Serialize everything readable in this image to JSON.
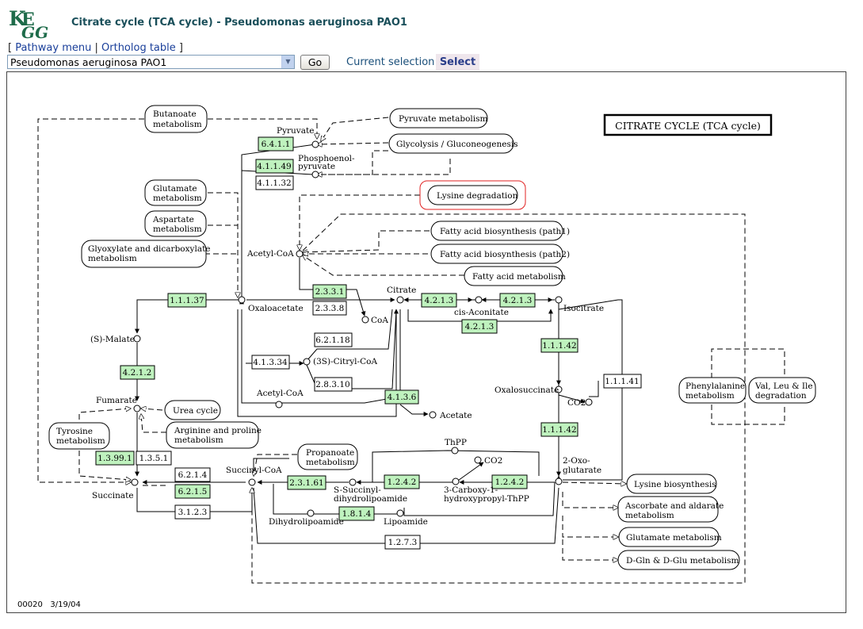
{
  "logo": {
    "text": "KEGG"
  },
  "page": {
    "title": "Citrate cycle (TCA cycle) - Pseudomonas aeruginosa PAO1"
  },
  "nav": {
    "open": "[",
    "pathway_menu": "Pathway menu",
    "sep": "|",
    "ortholog_table": "Ortholog table",
    "close": "]"
  },
  "organism_select": {
    "value": "Pseudomonas aeruginosa PAO1"
  },
  "go_button": {
    "label": "Go"
  },
  "current_selection": {
    "label": "Current selection"
  },
  "select_button": {
    "label": "Select"
  },
  "map": {
    "title": "CITRATE CYCLE (TCA cycle)",
    "footer_id": "00020",
    "footer_date": "3/19/04",
    "pathways": {
      "butanoate": [
        "Butanoate",
        "metabolism"
      ],
      "pyruvate": "Pyruvate metabolism",
      "glycolysis": "Glycolysis / Gluconeogenesis",
      "glutamate": [
        "Glutamate",
        "metabolism"
      ],
      "aspartate": [
        "Aspartate",
        "metabolism"
      ],
      "glyoxylate": [
        "Glyoxylate and dicarboxylate",
        "metabolism"
      ],
      "lysine_deg": "Lysine degradation",
      "fatty1": "Fatty acid biosynthesis (path1)",
      "fatty2": "Fatty acid biosynthesis (path2)",
      "fattymet": "Fatty acid metabolism",
      "urea": "Urea cycle",
      "arginine": [
        "Arginine and proline",
        "metabolism"
      ],
      "tyrosine": [
        "Tyrosine",
        "metabolism"
      ],
      "propanoate": [
        "Propanoate",
        "metabolism"
      ],
      "phenylalanine": [
        "Phenylalanine",
        "metabolism"
      ],
      "valleu": [
        "Val, Leu & Ile",
        "degradation"
      ],
      "lysine_bio": "Lysine biosynthesis",
      "ascorbate": [
        "Ascorbate and aldarate",
        "metabolism"
      ],
      "glutamate2": "Glutamate metabolism",
      "dgln": "D-Gln & D-Glu metabolism"
    },
    "enzymes": {
      "e6411": "6.4.1.1",
      "e41149": "4.1.1.49",
      "e41132": "4.1.1.32",
      "e2331": "2.3.3.1",
      "e2338": "2.3.3.8",
      "e11137": "1.1.1.37",
      "e4213a": "4.2.1.3",
      "e4213b": "4.2.1.3",
      "e4213c": "4.2.1.3",
      "e62118": "6.2.1.18",
      "e41334": "4.1.3.34",
      "e28310": "2.8.3.10",
      "e4136": "4.1.3.6",
      "e11142a": "1.1.1.42",
      "e11142b": "1.1.1.42",
      "e11141": "1.1.1.41",
      "e4212": "4.2.1.2",
      "e13991": "1.3.99.1",
      "e1351": "1.3.5.1",
      "e6214": "6.2.1.4",
      "e6215": "6.2.1.5",
      "e3123": "3.1.2.3",
      "e23161": "2.3.1.61",
      "e1242a": "1.2.4.2",
      "e1242b": "1.2.4.2",
      "e1814": "1.8.1.4",
      "e1273": "1.2.7.3"
    },
    "compounds": {
      "pyruvate": "Pyruvate",
      "pep1": "Phosphoenol-",
      "pep2": "pyruvate",
      "acetylcoa": "Acetyl-CoA",
      "oxaloacetate": "Oxaloacetate",
      "citrate": "Citrate",
      "cisaconitate": "cis-Aconitate",
      "isocitrate": "Isocitrate",
      "coa": "CoA",
      "citrylcoa": "(3S)-Citryl-CoA",
      "acetylcoa2": "Acetyl-CoA",
      "acetate": "Acetate",
      "oxalosuccinate": "Oxalosuccinate",
      "co2": "CO2",
      "smalate": "(S)-Malate",
      "fumarate": "Fumarate",
      "succinate": "Succinate",
      "succinylcoa": "Succinyl-CoA",
      "thpp": "ThPP",
      "co2b": "CO2",
      "oxoglutarate1": "2-Oxo-",
      "oxoglutarate2": "glutarate",
      "ssuccinyl1": "S-Succinyl-",
      "ssuccinyl2": "dihydrolipoamide",
      "carboxy1": "3-Carboxy-1-",
      "carboxy2": "hydroxypropyl-ThPP",
      "dihydrolipoamide": "Dihydrolipoamide",
      "lipoamide": "Lipoamide"
    }
  },
  "colors": {
    "enzyme_fill": "#bff2be",
    "title_color": "#1a4f5a",
    "highlight": "#e02020",
    "logo": "#1e6b4a"
  }
}
